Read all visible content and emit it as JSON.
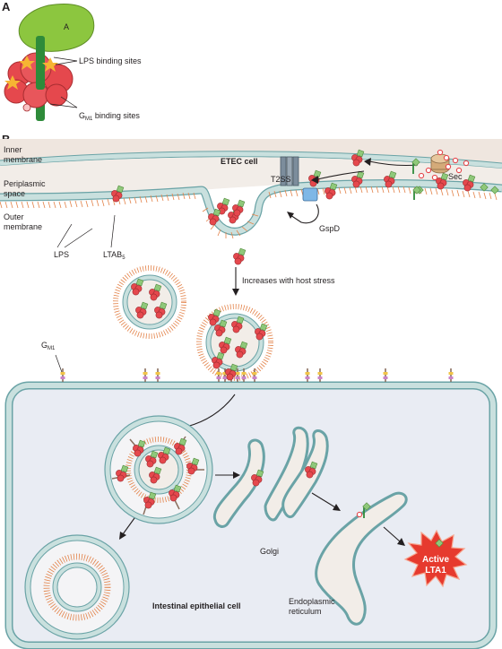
{
  "panel_a": {
    "letter": "A",
    "subunit_label": "A",
    "lps_sites_label": "LPS binding sites",
    "gm1_sites_label_main": "G",
    "gm1_sites_label_sub": "M1",
    "gm1_sites_label_tail": " binding sites"
  },
  "panel_b": {
    "letter": "B",
    "etec_cell": "ETEC cell",
    "inner_membrane_1": "Inner",
    "inner_membrane_2": "membrane",
    "periplasmic_1": "Periplasmic",
    "periplasmic_2": "space",
    "outer_membrane_1": "Outer",
    "outer_membrane_2": "membrane",
    "lps": "LPS",
    "ltab_main": "LTAB",
    "ltab_sub": "5",
    "t2ss": "T2SS",
    "gspd": "GspD",
    "sec": "Sec",
    "stress": "Increases with host stress",
    "gm1_main": "G",
    "gm1_sub": "M1",
    "golgi": "Golgi",
    "er_1": "Endoplasmic",
    "er_2": "reticulum",
    "intestinal_cell": "Intestinal epithelial cell",
    "active_1": "Active",
    "active_2": "LTA1"
  },
  "colors": {
    "membrane": "#c9e0de",
    "membrane_edge": "#6aa3a6",
    "cytoplasm_bacterium": "#efe6df",
    "host_cytoplasm": "#e9ecf3",
    "toxin_red": "#e5484d",
    "toxin_green": "#8fc87a",
    "subunit_a": "#8cc63f",
    "lps_fringe": "#e3834a",
    "burst": "#e63a2e"
  },
  "icons": [
    "ab5-toxin-icon",
    "t2ss-channel-icon",
    "gspd-icon",
    "sec-translocon-icon",
    "active-lta1-burst-icon"
  ]
}
